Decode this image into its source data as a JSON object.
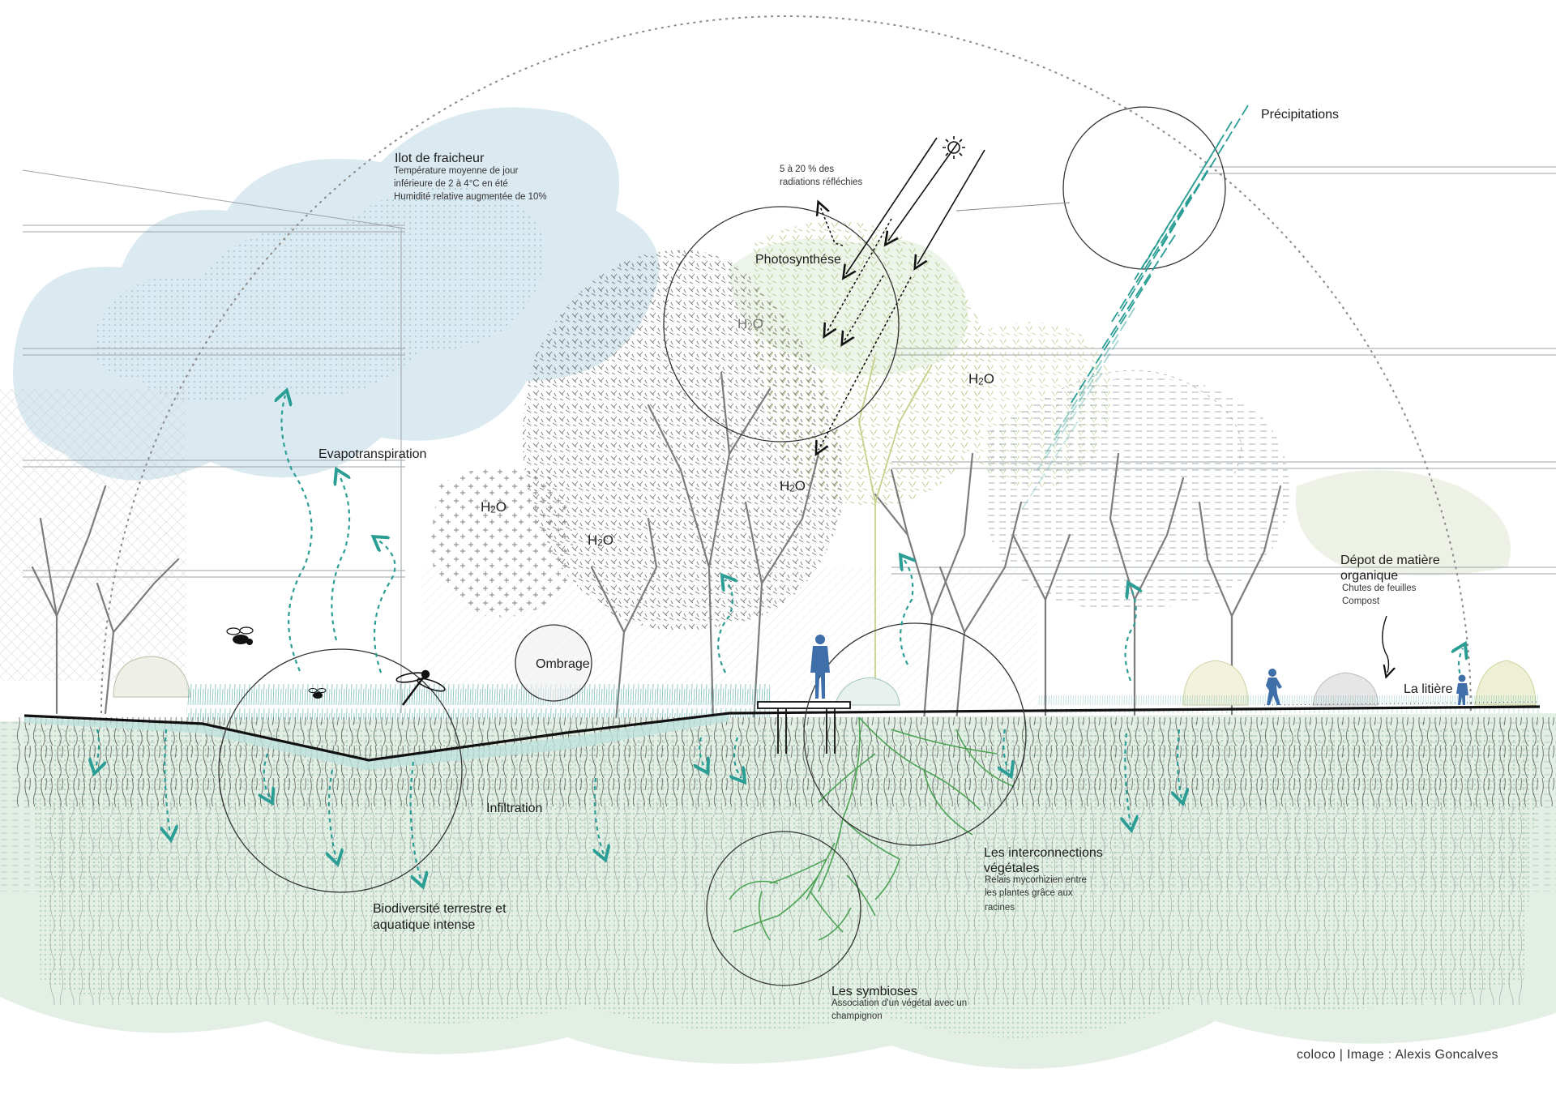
{
  "labels": {
    "ilot_title": "Ilot de fraicheur",
    "ilot_line1": "Température moyenne de jour",
    "ilot_line2": "inférieure de 2 à 4°C en été",
    "ilot_line3": "Humidité relative augmentée de 10%",
    "radiation_line1": "5 à 20 % des",
    "radiation_line2": "radiations réfléchies",
    "photosynthese": "Photosynthése",
    "precipitations": "Précipitations",
    "evapotranspiration": "Evapotranspiration",
    "ombrage": "Ombrage",
    "infiltration": "Infiltration",
    "biodiv_line1": "Biodiversité terrestre et",
    "biodiv_line2": "aquatique intense",
    "interco_line1": "Les interconnections",
    "interco_line2": "végétales",
    "interco_sub1": "Relais mycorhizien entre",
    "interco_sub2": "les plantes grâce aux",
    "interco_sub3": "racines",
    "symbioses_title": "Les symbioses",
    "symbioses_sub1": "Association d'un végétal avec un",
    "symbioses_sub2": "champignon",
    "depot_line1": "Dépot de matière",
    "depot_line2": "organique",
    "depot_sub1": "Chutes de feuilles",
    "depot_sub2": "Compost",
    "litiere": "La litière",
    "h2o_main": "H",
    "h2o_sub": "2",
    "h2o_end": "O",
    "credit": "coloco | Image : Alexis Goncalves"
  },
  "colors": {
    "teal": "#2a9d95",
    "soil_green": "#cfe4d3",
    "sky_blue": "#d6e8ef",
    "root_dark": "#3a3a3a",
    "mycelium_green": "#3f9a45",
    "person_blue": "#3f6fa8",
    "ground_line": "#111111",
    "dome_dash": "#888888"
  },
  "icons": [
    "sun-icon",
    "fly-icon",
    "dragonfly-icon",
    "person-icon",
    "child-icon",
    "walker-icon"
  ]
}
